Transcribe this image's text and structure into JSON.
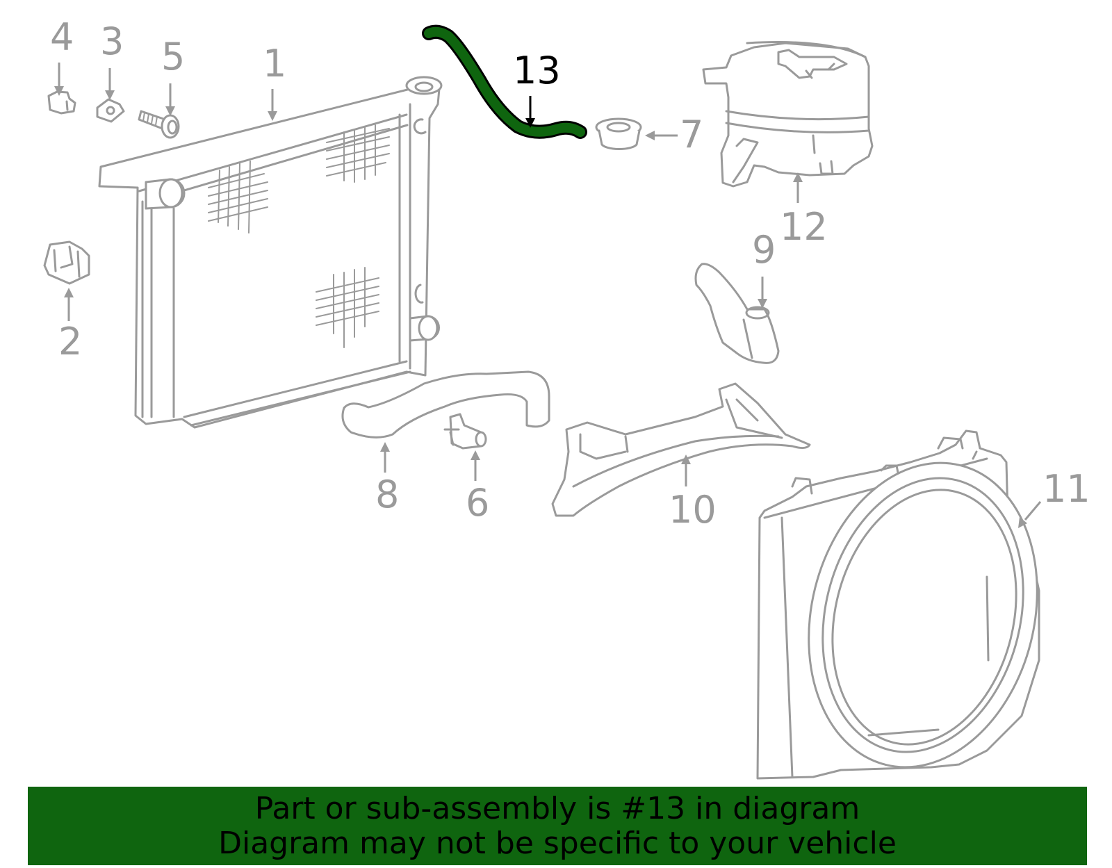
{
  "diagram": {
    "highlight_color": "#0f650f",
    "callouts": {
      "c1": "1",
      "c2": "2",
      "c3": "3",
      "c4": "4",
      "c5": "5",
      "c6": "6",
      "c7": "7",
      "c8": "8",
      "c9": "9",
      "c10": "10",
      "c11": "11",
      "c12": "12",
      "c13": "13"
    }
  },
  "banner": {
    "line1": "Part or sub-assembly is #13 in diagram",
    "line2": "Diagram may not be specific to your vehicle",
    "background": "#0f650f"
  }
}
